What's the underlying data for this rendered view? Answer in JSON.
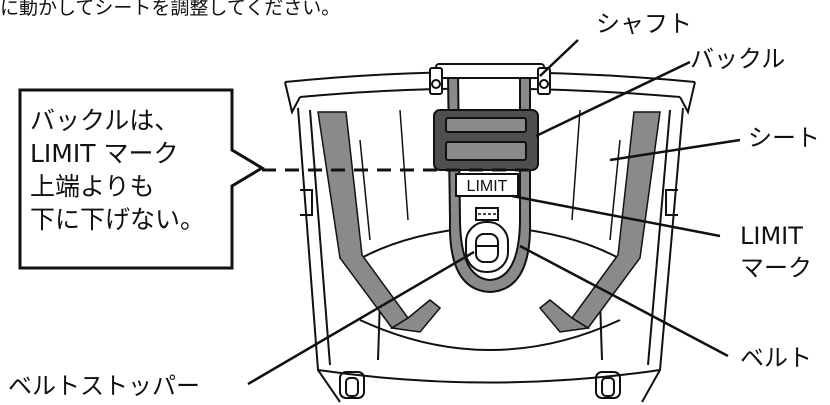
{
  "top_caption": "に動かしてシートを調整してください。",
  "labels": {
    "shaft": "シャフト",
    "buckle": "バックル",
    "seat": "シート",
    "limit_mark_line1": "LIMIT",
    "limit_mark_line2": "マーク",
    "belt": "ベルト",
    "belt_stopper": "ベルトストッパー"
  },
  "limit_tag": "LIMIT",
  "callout": {
    "lines": [
      "バックルは、",
      "LIMIT マーク",
      "上端よりも",
      "下に下げない。"
    ]
  },
  "colors": {
    "belt_gray": "#8a8a8a",
    "buckle_dark": "#4f4f4f",
    "line": "#111111"
  }
}
